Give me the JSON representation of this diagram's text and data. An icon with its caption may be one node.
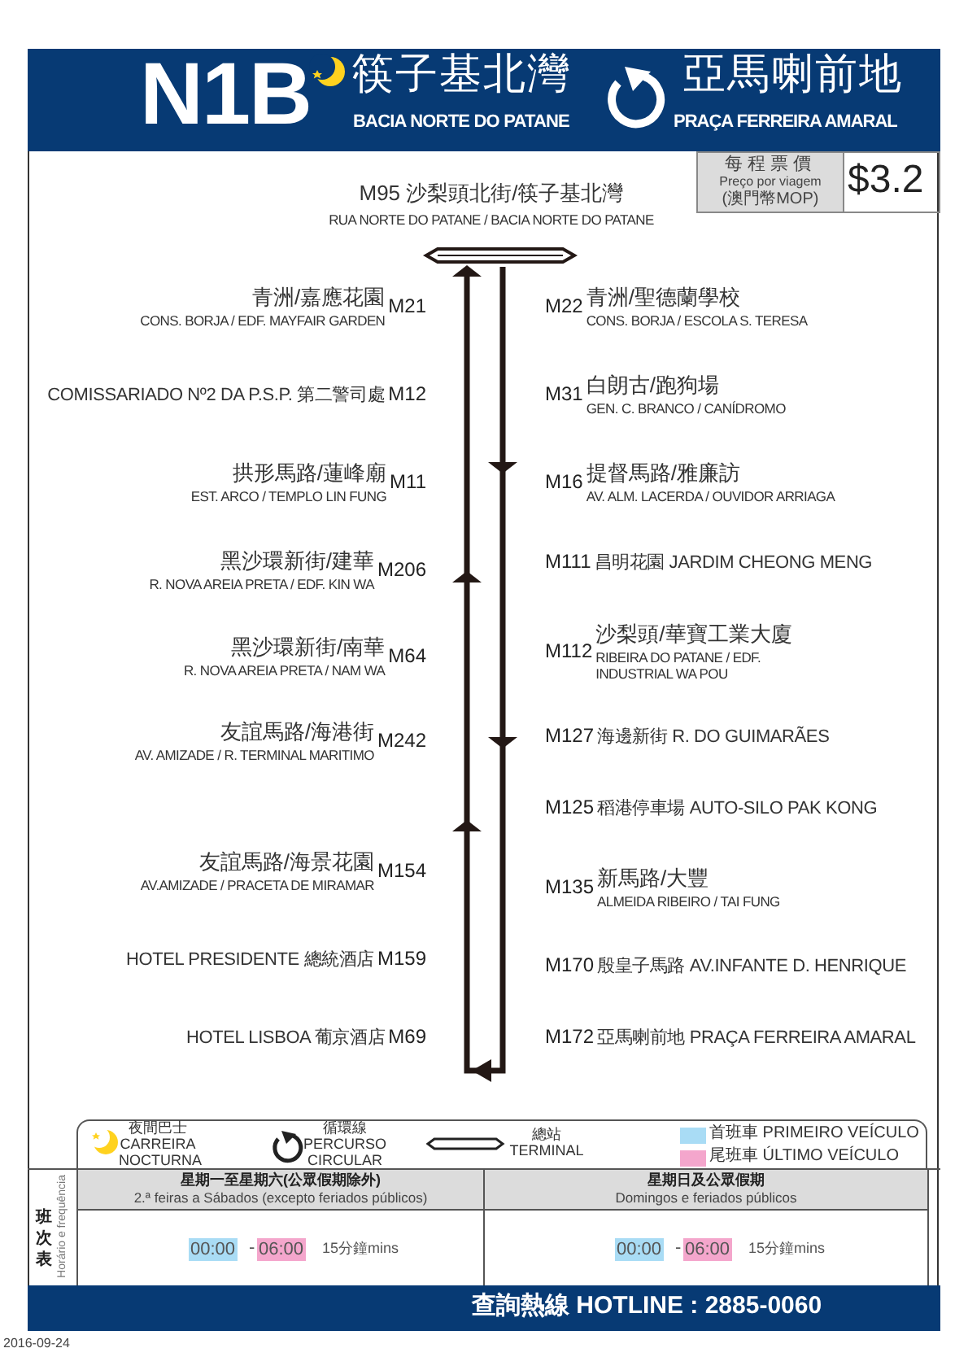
{
  "diagram": {
    "title": "N1B",
    "labels": [
      "筷子基北灣",
      "BACIA NORTE DO PATANE",
      "亞馬喇前地",
      "PRAÇA FERREIRA AMARAL",
      "每程票價",
      "Preço por viagem",
      "(澳門幣MOP)",
      "$3.2",
      "M95 沙梨頭北街/筷子基北灣",
      "RUA NORTE DO PATANE / BACIA NORTE DO PATANE",
      "青洲/嘉應花園",
      "CONS. BORJA / EDF. MAYFAIR GARDEN",
      "M21",
      "M22",
      "青洲/聖德蘭學校",
      "CONS. BORJA / ESCOLA S. TERESA",
      "COMISSARIADO Nº2 DA P.S.P. 第二警司處",
      "M12",
      "M31",
      "白朗古/跑狗場",
      "GEN. C. BRANCO / CANÍDROMO",
      "拱形馬路/蓮峰廟",
      "EST. ARCO / TEMPLO LIN FUNG",
      "M11",
      "M16",
      "提督馬路/雅廉訪",
      "AV. ALM. LACERDA / OUVIDOR ARRIAGA",
      "黑沙環新街/建華",
      "R. NOVA AREIA PRETA / EDF. KIN WA",
      "M206",
      "M111",
      "昌明花園 JARDIM CHEONG MENG",
      "黑沙環新街/南華",
      "R. NOVA AREIA PRETA / NAM WA",
      "M64",
      "M112",
      "沙梨頭/華寶工業大廈",
      "RIBEIRA DO PATANE / EDF. INDUSTRIAL WA POU",
      "友誼馬路/海港街",
      "AV. AMIZADE / R. TERMINAL MARITIMO",
      "M242",
      "M127",
      "海邊新街 R. DO GUIMARÃES",
      "M125",
      "稻港停車場 AUTO-SILO PAK KONG",
      "友誼馬路/海景花園",
      "AV.AMIZADE / PRACETA DE MIRAMAR",
      "M154",
      "M135",
      "新馬路/大豐",
      "ALMEIDA RIBEIRO / TAI FUNG",
      "HOTEL PRESIDENTE 總統酒店",
      "M159",
      "M170",
      "殷皇子馬路 AV.INFANTE D. HENRIQUE",
      "HOTEL LISBOA 葡京酒店",
      "M69",
      "M172",
      "亞馬喇前地 PRAÇA FERREIRA AMARAL",
      "班次表",
      "Horário e frequência",
      "星期一至星期六(公眾假期除外)",
      "2.ª feiras a Sábados (excepto feriados públicos)",
      "星期日及公眾假期",
      "Domingos e feriados públicos",
      "00:00",
      "-",
      "06:00",
      "15分鐘mins",
      "00:00",
      "-",
      "06:00",
      "15分鐘mins",
      "查詢熱線 HOTLINE : 2885-0060",
      "2016-09-24"
    ],
    "legend": [
      {
        "text": "夜間巴士 CARREIRA NOCTURNA"
      },
      {
        "text": "循環線 PERCURSO CIRCULAR"
      },
      {
        "text": "總站 TERMINAL"
      },
      {
        "text": "首班車 PRIMEIRO VEÍCULO",
        "color": "#a9dcf5"
      },
      {
        "text": "尾班車 ÚLTIMO VEÍCULO",
        "color": "#f4a6cc"
      }
    ]
  }
}
